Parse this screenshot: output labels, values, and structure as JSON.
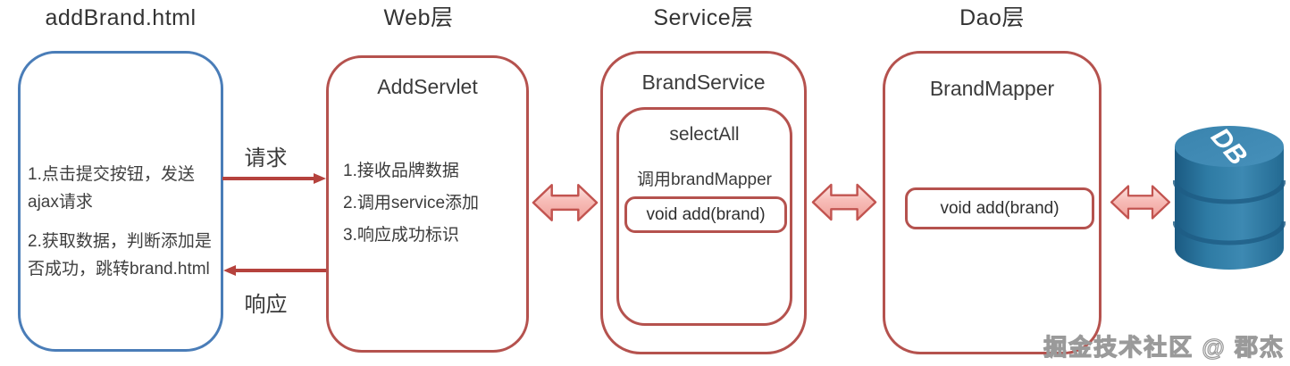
{
  "headers": {
    "html_page": "addBrand.html",
    "web": "Web层",
    "service": "Service层",
    "dao": "Dao层"
  },
  "html_box": {
    "lines": [
      "1.点击提交按钮，发送",
      "ajax请求",
      "2.获取数据，判断添加是",
      "否成功，跳转brand.html"
    ]
  },
  "web_box": {
    "title": "AddServlet",
    "items": [
      "1.接收品牌数据",
      "2.调用service添加",
      "3.响应成功标识"
    ]
  },
  "service_box": {
    "title": "BrandService",
    "inner_title": "selectAll",
    "call_label": "调用brandMapper",
    "method": "void add(brand)"
  },
  "dao_box": {
    "title": "BrandMapper",
    "method": "void add(brand)"
  },
  "arrows": {
    "request_label": "请求",
    "response_label": "响应"
  },
  "db": {
    "label": "DB"
  },
  "watermark": "掘金技术社区 @ 郡杰",
  "colors": {
    "blue_border": "#4a7db8",
    "red_border": "#b5524e",
    "arrow_red": "#b5423d",
    "double_arrow_fill_light": "#fcdad7",
    "double_arrow_fill_dark": "#f5a9a3",
    "double_arrow_stroke": "#c25450",
    "db_blue": "#2e7aa3",
    "text": "#3b3b3b"
  }
}
